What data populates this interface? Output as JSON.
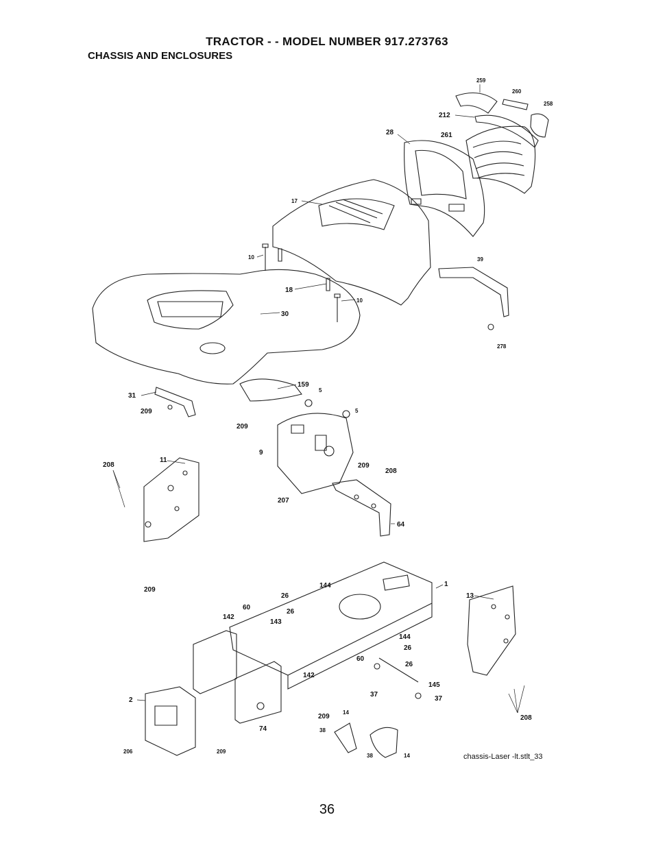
{
  "header": {
    "title": "TRACTOR - - MODEL NUMBER 917.273763",
    "subtitle": "CHASSIS AND ENCLOSURES"
  },
  "diagram": {
    "callouts": [
      "259",
      "260",
      "258",
      "212",
      "28",
      "261",
      "17",
      "10",
      "18",
      "10",
      "30",
      "39",
      "278",
      "159",
      "5",
      "5",
      "31",
      "209",
      "209",
      "9",
      "11",
      "208",
      "209",
      "208",
      "207",
      "64",
      "209",
      "144",
      "1",
      "26",
      "26",
      "60",
      "142",
      "143",
      "13",
      "144",
      "26",
      "60",
      "26",
      "145",
      "142",
      "37",
      "37",
      "2",
      "74",
      "209",
      "14",
      "38",
      "206",
      "209",
      "38",
      "14",
      "208"
    ]
  },
  "footer": {
    "caption": "chassis-Laser -lt.stlt_33",
    "page_number": "36"
  }
}
